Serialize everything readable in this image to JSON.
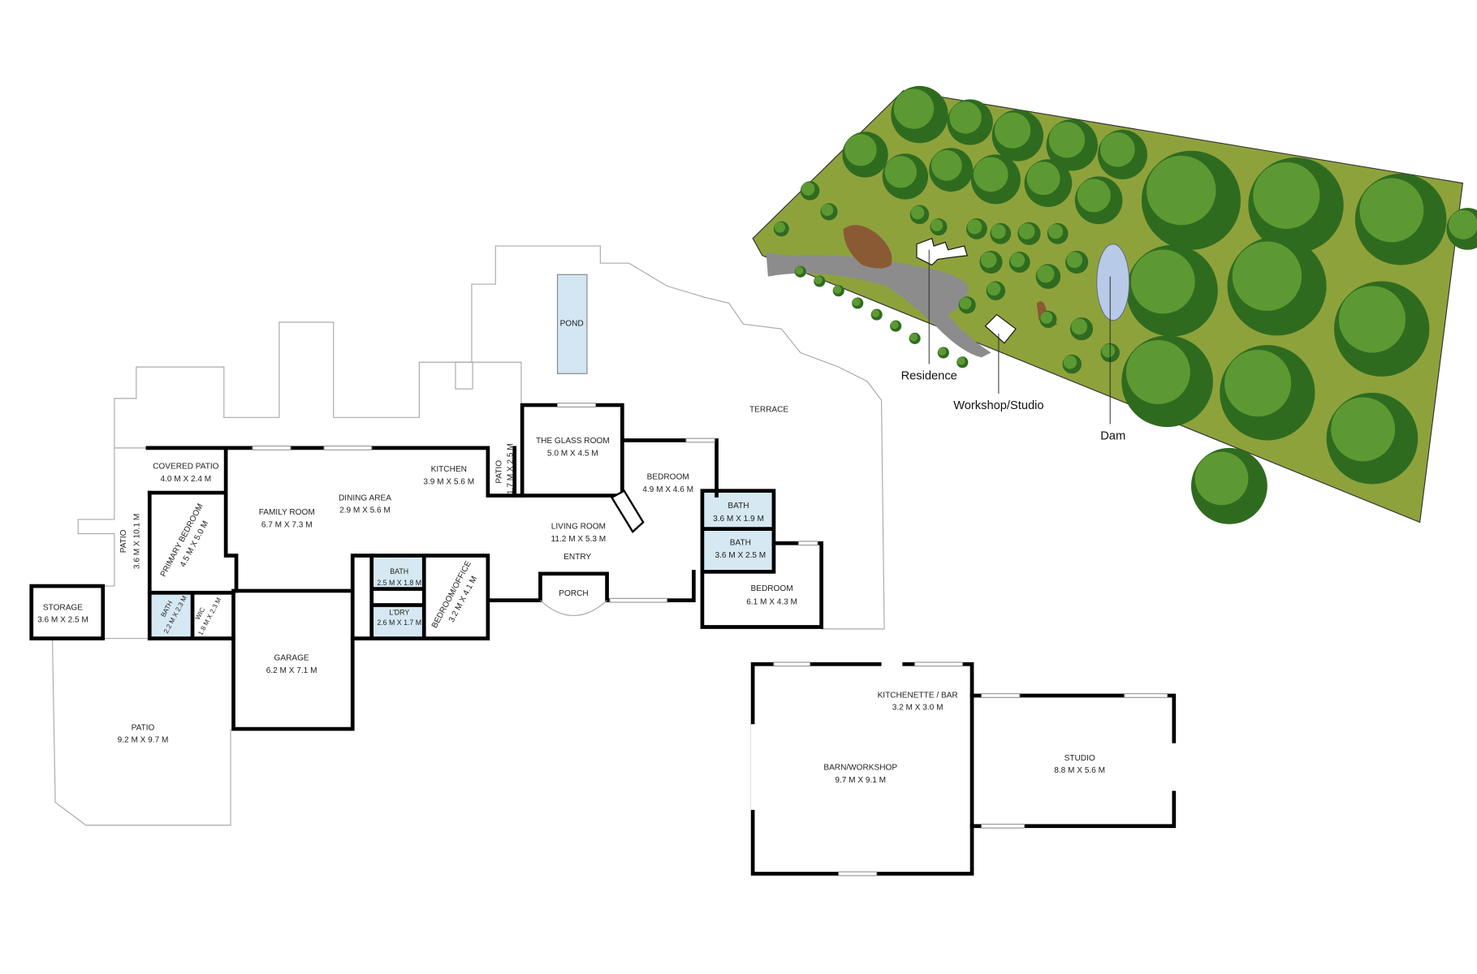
{
  "site_plan": {
    "labels": {
      "residence": "Residence",
      "workshop": "Workshop/Studio",
      "dam": "Dam"
    },
    "colors": {
      "grass": "#8ea23c",
      "tree_dark": "#2f6b1f",
      "tree_light": "#6ea83a",
      "driveway": "#8c8c8c",
      "dam": "#b7cbe8",
      "garden_bed": "#8a5a35"
    }
  },
  "floor_plan": {
    "rooms": {
      "terrace": "TERRACE",
      "pond": "POND",
      "covered_patio": {
        "name": "COVERED PATIO",
        "size": "4.0 M X 2.4 M"
      },
      "family_room": {
        "name": "FAMILY ROOM",
        "size": "6.7 M X 7.3 M"
      },
      "dining_area": {
        "name": "DINING AREA",
        "size": "2.9 M X 5.6 M"
      },
      "kitchen": {
        "name": "KITCHEN",
        "size": "3.9 M X 5.6 M"
      },
      "side_patio": {
        "name": "PATIO",
        "size": "1.7 M X 2.5 M"
      },
      "glass_room": {
        "name": "THE GLASS ROOM",
        "size": "5.0 M X 4.5 M"
      },
      "bedroom_1": {
        "name": "BEDROOM",
        "size": "4.9 M X 4.6 M"
      },
      "bath_1": {
        "name": "BATH",
        "size": "3.6 M X 1.9 M"
      },
      "bath_2": {
        "name": "BATH",
        "size": "3.6 M X 2.5 M"
      },
      "bedroom_2": {
        "name": "BEDROOM",
        "size": "6.1 M X 4.3 M"
      },
      "living_room": {
        "name": "LIVING ROOM",
        "size": "11.2 M X 5.3 M"
      },
      "entry": "ENTRY",
      "porch": "PORCH",
      "patio_left": {
        "name": "PATIO",
        "size": "3.6 M X 10.1 M"
      },
      "primary_bedroom": {
        "name": "PRIMARY BEDROOM",
        "size": "4.5 M X 5.0 M"
      },
      "ensuite": {
        "name": "BATH",
        "size": "2.2 M X 2.3 M"
      },
      "wic": {
        "name": "WIC",
        "size": "1.8 M X 2.3 M"
      },
      "storage": {
        "name": "STORAGE",
        "size": "3.6 M X 2.5 M"
      },
      "bath_3": {
        "name": "BATH",
        "size": "2.5 M X 1.8 M"
      },
      "laundry": {
        "name": "L'DRY",
        "size": "2.6 M X 1.7 M"
      },
      "bedroom_office": {
        "name": "BEDROOM/OFFICE",
        "size": "3.2 M X 4.1 M"
      },
      "garage": {
        "name": "GARAGE",
        "size": "6.2 M X 7.1 M"
      },
      "patio_bottom": {
        "name": "PATIO",
        "size": "9.2 M X 9.7 M"
      }
    }
  },
  "outbuildings": {
    "kitchenette": {
      "name": "KITCHENETTE / BAR",
      "size": "3.2 M X 3.0 M"
    },
    "barn": {
      "name": "BARN/WORKSHOP",
      "size": "9.7 M X 9.1 M"
    },
    "studio": {
      "name": "STUDIO",
      "size": "8.8 M X 5.6 M"
    }
  }
}
